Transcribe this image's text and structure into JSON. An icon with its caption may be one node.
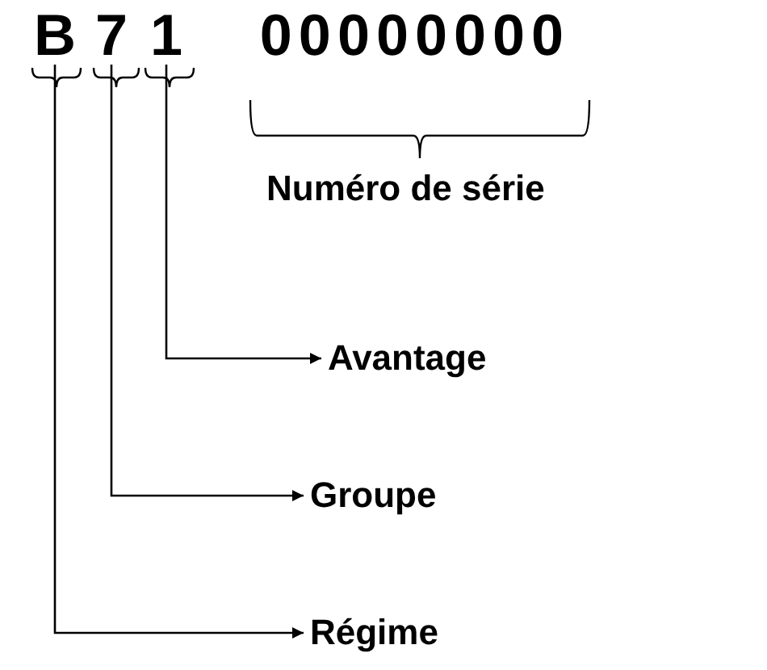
{
  "diagram": {
    "nodes": [
      {
        "text": [
          "B"
        ]
      },
      {
        "text": [
          "7"
        ]
      },
      {
        "text": [
          "1"
        ]
      },
      {
        "text": [
          "00000000"
        ]
      },
      {
        "text": [
          "Numéro de série"
        ]
      },
      {
        "text": [
          "Avantage"
        ]
      },
      {
        "text": [
          "Groupe"
        ]
      },
      {
        "text": [
          "Régime"
        ]
      }
    ],
    "edges": [
      {
        "from": 2,
        "to": 5,
        "arrow": "to"
      },
      {
        "from": 1,
        "to": 6,
        "arrow": "to"
      },
      {
        "from": 0,
        "to": 7,
        "arrow": "to"
      }
    ]
  }
}
